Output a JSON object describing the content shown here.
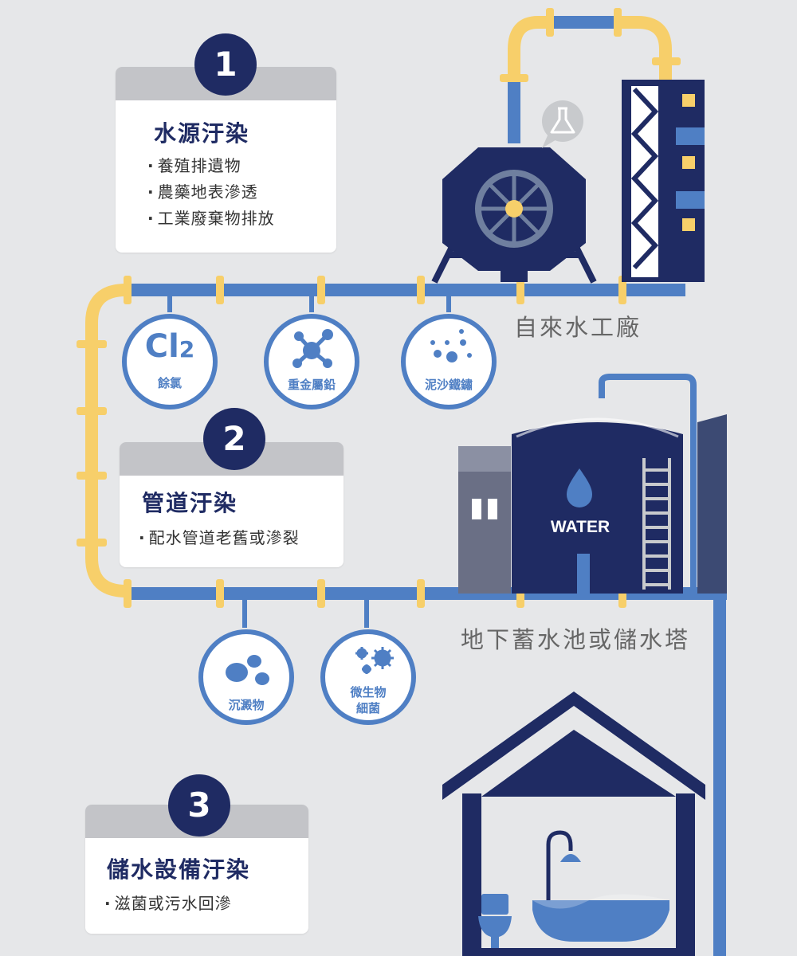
{
  "steps": [
    {
      "number": "1",
      "title": "水源汙染",
      "items": [
        "養殖排遺物",
        "農藥地表滲透",
        "工業廢棄物排放"
      ]
    },
    {
      "number": "2",
      "title": "管道汙染",
      "items": [
        "配水管道老舊或滲裂"
      ]
    },
    {
      "number": "3",
      "title": "儲水設備汙染",
      "items": [
        "滋菌或污水回滲"
      ]
    }
  ],
  "pollutants_upper": [
    {
      "symbol": "Cl",
      "subscript": "2",
      "label": "餘氯",
      "icon": "chlorine-icon"
    },
    {
      "label": "重金屬鉛",
      "icon": "molecule-icon"
    },
    {
      "label": "泥沙鐵鏽",
      "icon": "particles-icon"
    }
  ],
  "pollutants_lower": [
    {
      "label": "沉澱物",
      "icon": "sediment-icon"
    },
    {
      "label_line1": "微生物",
      "label_line2": "細菌",
      "icon": "microbe-icon"
    }
  ],
  "facilities": {
    "plant_label": "自來水工廠",
    "tank_label": "地下蓄水池或儲水塔",
    "tank_sign": "WATER"
  },
  "icons": [
    "flask-icon",
    "water-drop-icon",
    "shower-icon",
    "bathtub-icon",
    "toilet-icon",
    "ladder-icon"
  ],
  "colors": {
    "background": "#e6e7e9",
    "navy": "#1f2b63",
    "pipe_blue": "#4f7fc4",
    "joint_yellow": "#f7cf6a",
    "card_band": "#c3c4c8"
  }
}
